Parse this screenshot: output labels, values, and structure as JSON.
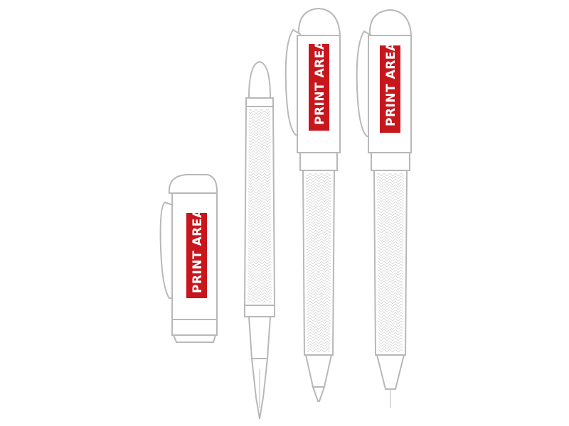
{
  "labels": {
    "cap": "PRINT AREA",
    "rollerball": "PRINT AREA",
    "pencil": "PRINT AREA"
  },
  "colors": {
    "print_area": "#c8161d",
    "outline": "#b8b8b8"
  }
}
